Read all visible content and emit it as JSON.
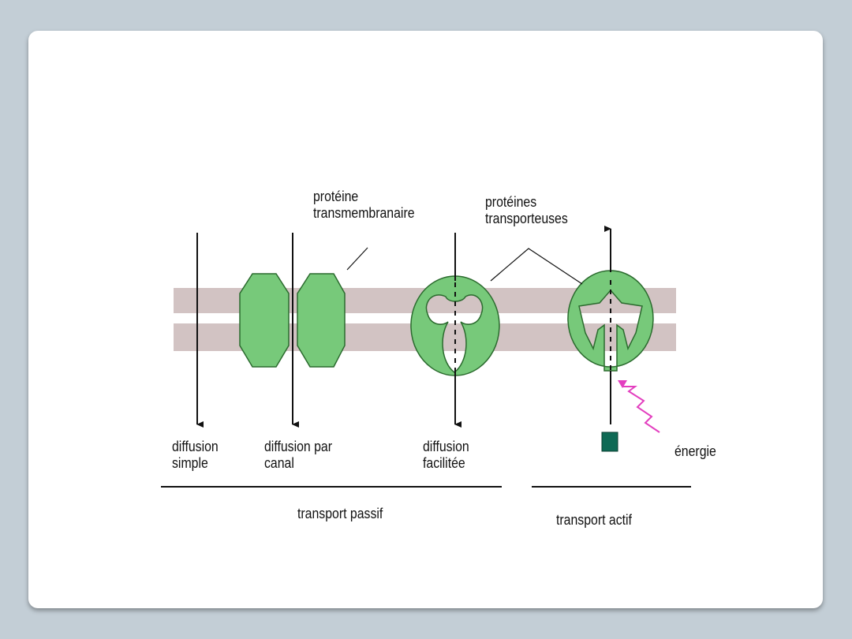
{
  "labels": {
    "proteine_transmembranaire": "protéine\ntransmembranaire",
    "proteines_transporteuses": "protéines\ntransporteuses",
    "diffusion_simple": "diffusion\nsimple",
    "diffusion_par_canal": "diffusion par\ncanal",
    "diffusion_facilitee": "diffusion\nfacilitée",
    "energie": "énergie",
    "transport_passif": "transport passif",
    "transport_actif": "transport actif"
  },
  "colors": {
    "background": "#c3ced6",
    "membrane": "#d2c3c3",
    "protein_fill": "#77c97a",
    "protein_stroke": "#2b6b2e",
    "energy_square": "#0f6a55",
    "energy_arrow": "#e33fbf"
  }
}
